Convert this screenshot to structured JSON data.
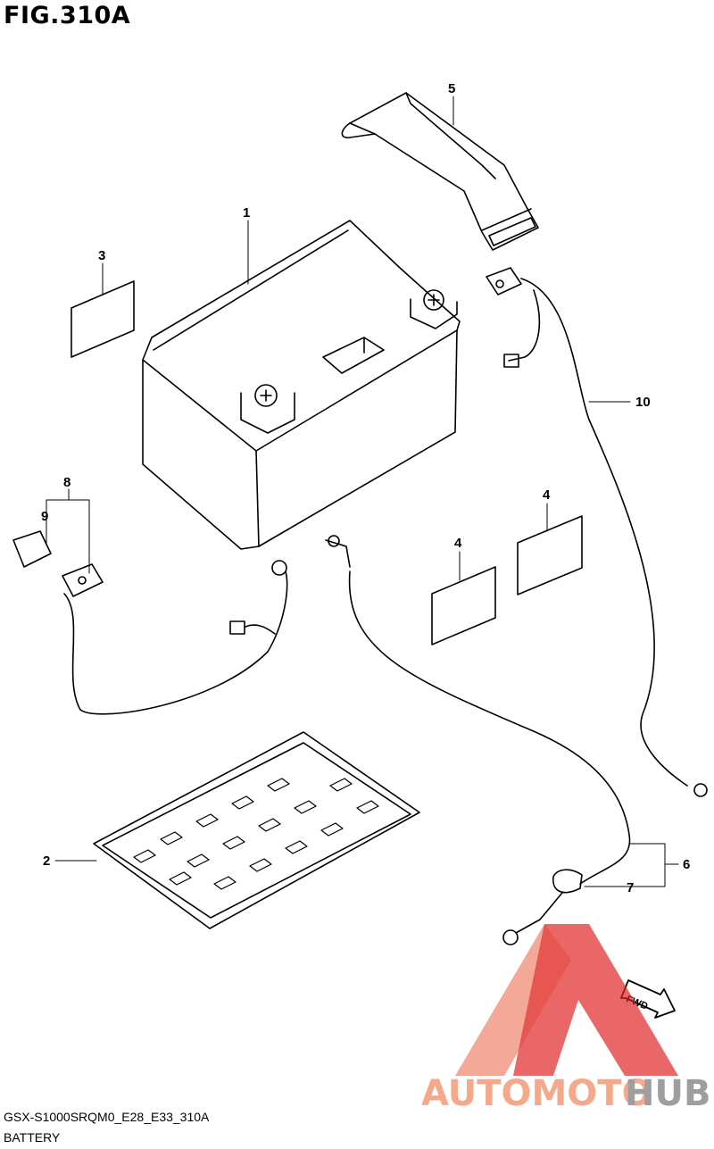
{
  "figure": {
    "title": "FIG.310A",
    "code": "GSX-S1000SRQM0_E28_E33_310A",
    "name": "BATTERY"
  },
  "callouts": {
    "c1": "1",
    "c2": "2",
    "c3": "3",
    "c4a": "4",
    "c4b": "4",
    "c5": "5",
    "c6": "6",
    "c7": "7",
    "c8": "8",
    "c9": "9",
    "c10": "10"
  },
  "fwd_label": "FWD",
  "watermark": {
    "part_a": "AUTOMOTO",
    "part_b": "HUB",
    "colors": {
      "light_red": "#f39a85",
      "red": "#e02020",
      "gray": "#9e9e9e"
    }
  }
}
